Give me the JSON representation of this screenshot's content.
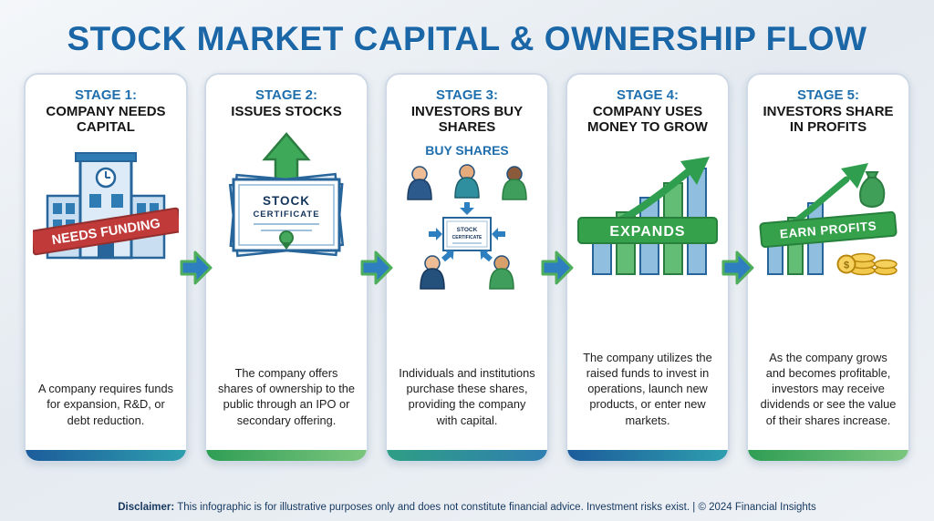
{
  "title": "STOCK MARKET CAPITAL & OWNERSHIP FLOW",
  "colors": {
    "title_blue": "#1a66a6",
    "arrow_fill": "#2e7fc0",
    "arrow_stroke": "#4fae5c",
    "needs_funding_badge": "#c03a3a",
    "expands_badge": "#35a14b",
    "earn_profits_badge": "#35a14b"
  },
  "stages": [
    {
      "label": "STAGE 1:",
      "title": "COMPANY NEEDS CAPITAL",
      "badge": "NEEDS FUNDING",
      "description": "A company requires funds for expansion, R&D, or debt reduction.",
      "illustration": "office-building"
    },
    {
      "label": "STAGE 2:",
      "title": "ISSUES STOCKS",
      "certificate_line1": "STOCK",
      "certificate_line2": "CERTIFICATE",
      "description": "The company offers shares of ownership to the public through an IPO or secondary offering.",
      "illustration": "stock-certificates-up-arrow"
    },
    {
      "label": "STAGE 3:",
      "title": "INVESTORS BUY SHARES",
      "sub_label": "BUY SHARES",
      "certificate_line1": "STOCK",
      "certificate_line2": "CERTIFICATE",
      "description": "Individuals and institutions purchase these shares, providing the company with capital.",
      "illustration": "investors-around-certificate"
    },
    {
      "label": "STAGE 4:",
      "title": "COMPANY USES MONEY TO GROW",
      "badge": "EXPANDS",
      "description": "The company utilizes the raised funds to invest in operations, launch new products, or enter new markets.",
      "illustration": "growth-bar-chart"
    },
    {
      "label": "STAGE 5:",
      "title": "INVESTORS SHARE IN PROFITS",
      "badge": "EARN PROFITS",
      "coin_symbol": "$",
      "description": "As the company grows and becomes profitable, investors may receive dividends or see the value of their shares increase.",
      "illustration": "profit-chart-money-bag-coins"
    }
  ],
  "footer": {
    "disclaimer_label": "Disclaimer:",
    "disclaimer_text": " This infographic is for illustrative purposes only and does not constitute financial advice. Investment risks exist.",
    "copyright": "  | © 2024 Financial Insights"
  }
}
